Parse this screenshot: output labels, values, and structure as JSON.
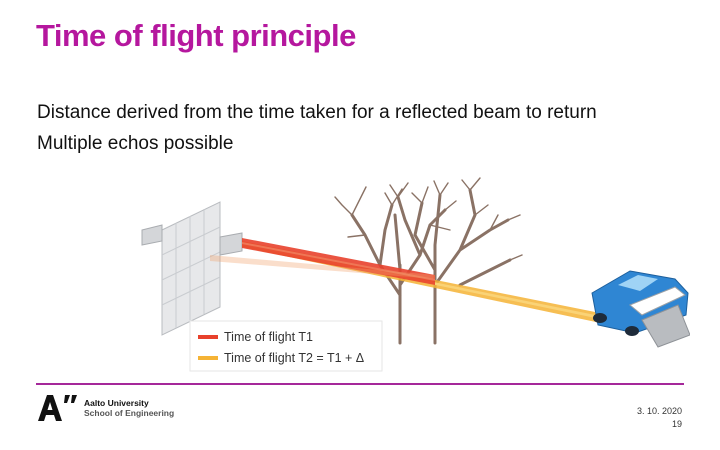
{
  "slide": {
    "title": "Time of flight principle",
    "bullets": [
      "Distance derived from the time taken for a reflected beam to return",
      "Multiple echos possible"
    ]
  },
  "figure": {
    "legend": [
      {
        "label": "Time of flight T1",
        "color": "#e8412c"
      },
      {
        "label": "Time of flight T2 = T1 + Δ",
        "color": "#f5b335"
      }
    ],
    "colors": {
      "beam_red": "#e8412c",
      "beam_yellow": "#f5b335",
      "car": "#2f86d3",
      "tree": "#8a7265"
    }
  },
  "footer": {
    "logo_mark": "A”",
    "university": "Aalto University",
    "school": "School of Engineering",
    "date": "3. 10. 2020",
    "page": "19"
  },
  "accent_color": "#b5179e"
}
